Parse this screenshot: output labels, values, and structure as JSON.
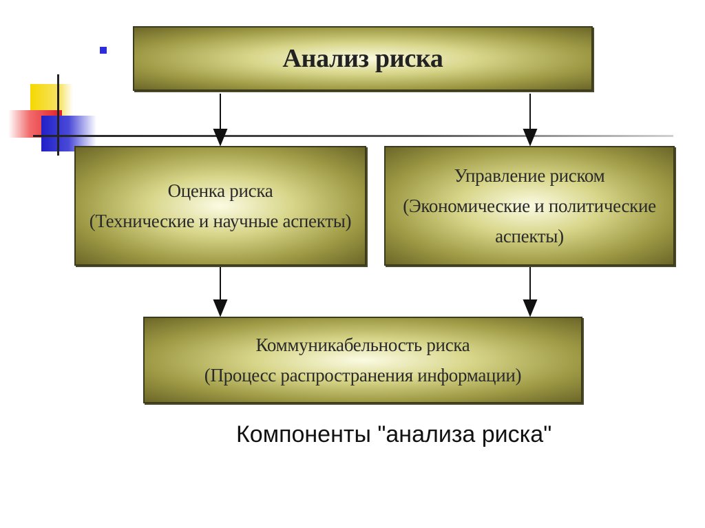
{
  "diagram": {
    "title": "Анализ риска",
    "left_box": {
      "line1": "Оценка риска",
      "line2": "(Технические и научные аспекты)"
    },
    "right_box": {
      "line1": "Управление риском",
      "line2": "(Экономические и политические",
      "line3": "аспекты)"
    },
    "bottom_box": {
      "line1": "Коммуникабельность риска",
      "line2": "(Процесс распространения информации)"
    }
  },
  "caption": "Компоненты \"анализа риска\"",
  "colors": {
    "bullet": "#2c2ce0",
    "deco_yellow": "#f5d800",
    "deco_red": "#e0202a",
    "deco_blue": "#2020c8",
    "box_border": "#3a3a1c"
  }
}
